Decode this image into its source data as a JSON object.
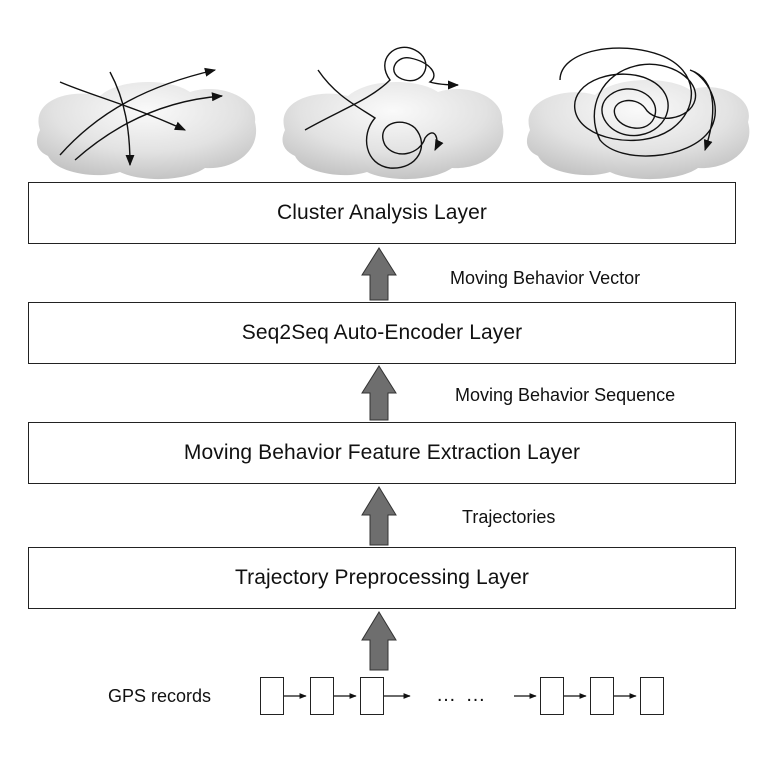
{
  "layers": [
    {
      "id": "cluster",
      "label": "Cluster Analysis Layer"
    },
    {
      "id": "seq2seq",
      "label": "Seq2Seq Auto-Encoder Layer"
    },
    {
      "id": "feature",
      "label": "Moving Behavior Feature Extraction Layer"
    },
    {
      "id": "preprocess",
      "label": "Trajectory Preprocessing Layer"
    }
  ],
  "edge_labels": {
    "vector": "Moving Behavior Vector",
    "sequence": "Moving Behavior Sequence",
    "trajectories": "Trajectories"
  },
  "gps": {
    "label": "GPS records",
    "ellipsis": "… …"
  },
  "colors": {
    "arrow_fill": "#6e6e6e",
    "cloud_light": "#f2f2f2",
    "cloud_dark": "#c9c9c9",
    "stroke": "#111111"
  },
  "icons": [
    "cluster-cloud-crossing-lines-icon",
    "cluster-cloud-loops-icon",
    "cluster-cloud-dense-loops-icon",
    "up-arrow-icon",
    "right-arrow-icon"
  ]
}
